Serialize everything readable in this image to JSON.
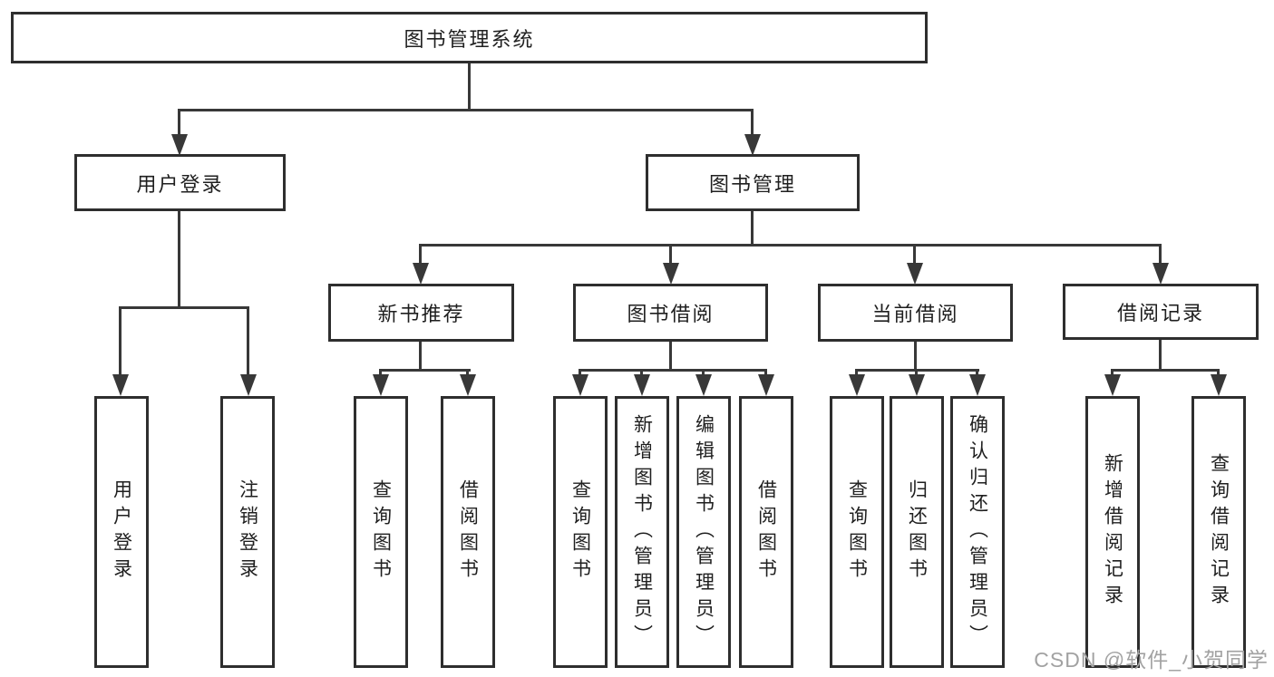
{
  "diagram": {
    "root": {
      "label": "图书管理系统"
    },
    "level2": [
      {
        "label": "用户登录"
      },
      {
        "label": "图书管理"
      }
    ],
    "level3": [
      {
        "label": "新书推荐"
      },
      {
        "label": "图书借阅"
      },
      {
        "label": "当前借阅"
      },
      {
        "label": "借阅记录"
      }
    ],
    "leaves": {
      "user_login": [
        {
          "label": "用户登录"
        },
        {
          "label": "注销登录"
        }
      ],
      "new_book": [
        {
          "label": "查询图书"
        },
        {
          "label": "借阅图书"
        }
      ],
      "book_borrow": [
        {
          "label": "查询图书"
        },
        {
          "label": "新增图书（管理员）"
        },
        {
          "label": "编辑图书（管理员）"
        },
        {
          "label": "借阅图书"
        }
      ],
      "current_borrow": [
        {
          "label": "查询图书"
        },
        {
          "label": "归还图书"
        },
        {
          "label": "确认归还（管理员）"
        }
      ],
      "borrow_record": [
        {
          "label": "新增借阅记录"
        },
        {
          "label": "查询借阅记录"
        }
      ]
    }
  },
  "watermark": {
    "text": "CSDN @软件_小贺同学"
  },
  "colors": {
    "line": "#383838",
    "border": "#2e2e2e",
    "text": "#1f1f1f",
    "watermark": "#a2a2a2",
    "background": "#ffffff"
  }
}
